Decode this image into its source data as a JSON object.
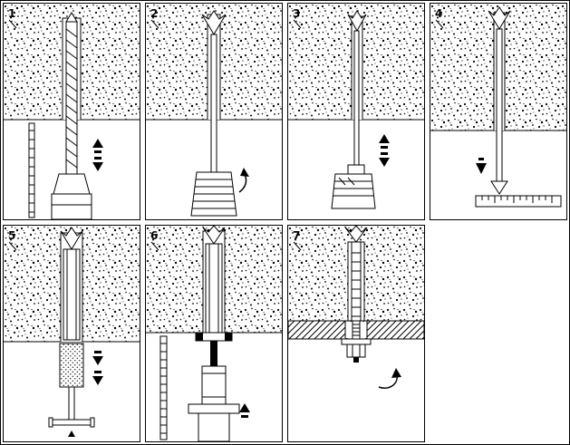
{
  "sheet": {
    "panel_count": 7
  },
  "colors": {
    "ink": "#000000",
    "paper": "#ffffff"
  },
  "panels": [
    {
      "number": "1",
      "icons": [
        "concrete-section",
        "hammer-drill-bit",
        "drill-chuck",
        "depth-gauge",
        "up-down-arrows"
      ]
    },
    {
      "number": "2",
      "icons": [
        "concrete-section",
        "dust-spray",
        "pump-nozzle",
        "blow-out-pump",
        "squeeze-arrow"
      ]
    },
    {
      "number": "3",
      "icons": [
        "concrete-section",
        "dust-spray",
        "pump-nozzle",
        "blow-out-pump",
        "up-down-arrows"
      ]
    },
    {
      "number": "4",
      "icons": [
        "concrete-section",
        "anchor-head",
        "anchor-shaft",
        "insertion-arrow",
        "depth-ruler"
      ]
    },
    {
      "number": "5",
      "icons": [
        "concrete-section",
        "drop-in-anchor",
        "setting-tool-grip",
        "setting-tool-handle",
        "down-arrows"
      ]
    },
    {
      "number": "6",
      "icons": [
        "concrete-section",
        "drop-in-anchor",
        "setting-tool-collar",
        "setting-tool-body",
        "vertical-ruler",
        "up-arrow"
      ]
    },
    {
      "number": "7",
      "icons": [
        "concrete-section",
        "drop-in-anchor",
        "fixture-plate",
        "washer",
        "hex-bolt-head",
        "torque-arrow"
      ]
    }
  ]
}
